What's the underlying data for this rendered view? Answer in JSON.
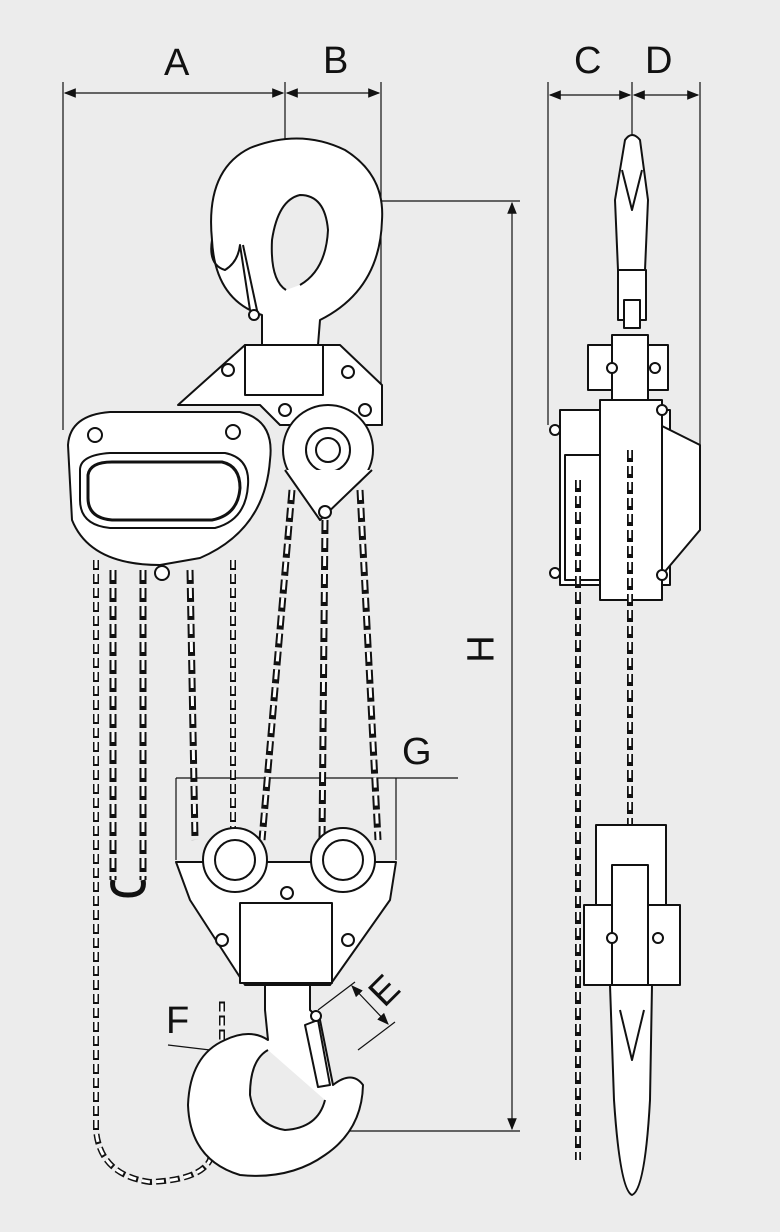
{
  "diagram": {
    "labels": {
      "A": "A",
      "B": "B",
      "C": "C",
      "D": "D",
      "E": "E",
      "F": "F",
      "G": "G",
      "H": "H"
    }
  },
  "colors": {
    "background": "#ececec",
    "line": "#111111",
    "part_fill": "#ffffff"
  }
}
